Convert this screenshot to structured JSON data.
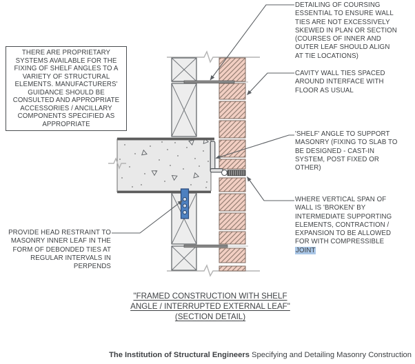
{
  "drawing": {
    "note_box": "THERE ARE PROPRIETARY\nSYSTEMS AVAILABLE FOR THE\nFIXING OF SHELF ANGLES TO A\nVARIETY OF STRUCTURAL\nELEMENTS. MANUFACTURERS'\nGUIDANCE SHOULD BE\nCONSULTED AND APPROPRIATE\nACCESSORIES / ANCILLARY\nCOMPONENTS SPECIFIED AS\nAPPROPRIATE",
    "callouts": {
      "coursing": "DETAILING OF COURSING\nESSENTIAL TO ENSURE WALL\nTIES ARE NOT EXCESSIVELY\nSKEWED IN PLAN OR SECTION\n(COURSES OF INNER AND\nOUTER LEAF SHOULD ALIGN\nAT TIE LOCATIONS)",
      "cavity_ties": "CAVITY WALL TIES SPACED\nAROUND INTERFACE WITH\nFLOOR AS USUAL",
      "shelf_angle": "'SHELF' ANGLE TO SUPPORT\nMASONRY (FIXING TO SLAB TO\nBE DESIGNED - CAST-IN\nSYSTEM, POST FIXED OR\nOTHER)",
      "movement_joint": "WHERE VERTICAL SPAN OF\nWALL IS 'BROKEN' BY\nINTERMEDIATE SUPPORTING\nELEMENTS, CONTRACTION /\nEXPANSION TO BE ALLOWED\nFOR WITH COMPRESSIBLE\n",
      "movement_joint_highlight": "JOINT",
      "head_restraint": "PROVIDE HEAD RESTRAINT TO\nMASONRY INNER LEAF IN THE\nFORM OF DEBONDED TIES AT\nREGULAR INTERVALS IN\nPERPENDS"
    },
    "title": {
      "line1": "\"FRAMED CONSTRUCTION WITH SHELF",
      "line2": "ANGLE / INTERRUPTED EXTERNAL LEAF\"",
      "line3": "(SECTION DETAIL)"
    }
  },
  "footer": {
    "publisher": "The Institution of Structural Engineers",
    "publication": "Specifying and Detailing Masonry Construction"
  },
  "colors": {
    "text": "#3e4144",
    "leader": "#5b5f63",
    "brick_fill": "#f2cfc3",
    "brick_line": "#8d786c",
    "block_fill": "#ededed",
    "slab_fill": "#e9e9e9",
    "tie_blue": "#4d80c0",
    "highlight": "#a9c6e6"
  }
}
